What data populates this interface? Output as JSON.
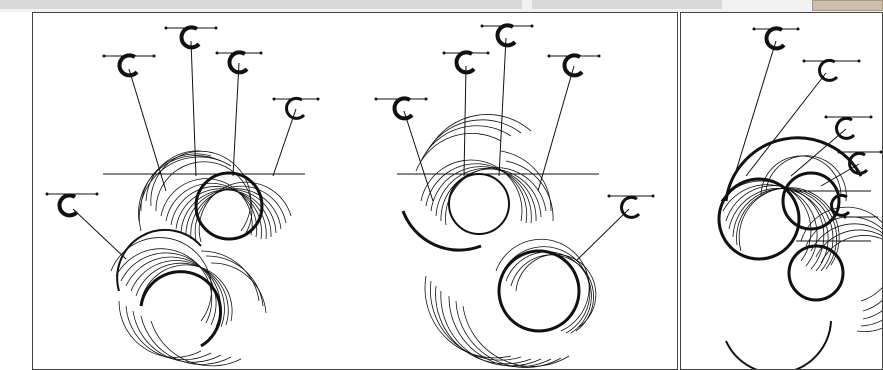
{
  "figure": {
    "background": "#ffffff",
    "stroke_color": "#111111",
    "panel_border_color": "#444444",
    "thumbnail_color": "#cdbfae"
  },
  "panels": [
    {
      "name": "left-panel",
      "glyph_count": 6
    },
    {
      "name": "middle-panel",
      "glyph_count": 6
    },
    {
      "name": "right-panel",
      "glyph_count": 6
    }
  ],
  "icons": {
    "glyph": "arc-glyph-icon",
    "anchor": "anchor-dot-icon"
  }
}
